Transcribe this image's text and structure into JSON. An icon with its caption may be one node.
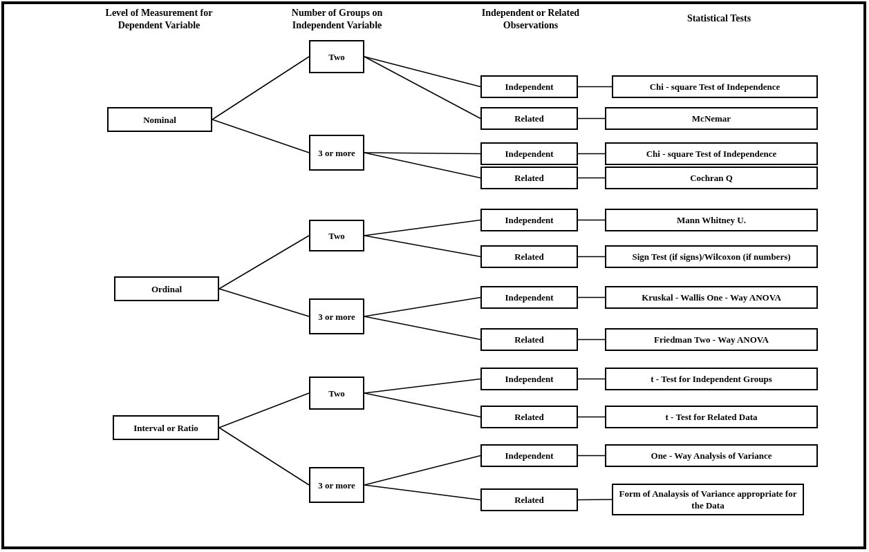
{
  "diagram": {
    "nodes": [
      {
        "text": [
          "Nominal"
        ]
      },
      {
        "text": [
          "Two"
        ]
      },
      {
        "text": [
          "Independent"
        ]
      },
      {
        "text": [
          "Chi - square Test of Independence"
        ]
      },
      {
        "text": [
          "Related"
        ]
      },
      {
        "text": [
          "McNemar"
        ]
      },
      {
        "text": [
          "3 or more"
        ]
      },
      {
        "text": [
          "Independent"
        ]
      },
      {
        "text": [
          "Chi - square Test of Independence"
        ]
      },
      {
        "text": [
          "Related"
        ]
      },
      {
        "text": [
          "Cochran Q"
        ]
      },
      {
        "text": [
          "Ordinal"
        ]
      },
      {
        "text": [
          "Two"
        ]
      },
      {
        "text": [
          "Independent"
        ]
      },
      {
        "text": [
          "Mann Whitney U."
        ]
      },
      {
        "text": [
          "Related"
        ]
      },
      {
        "text": [
          "Sign Test (if signs)/Wilcoxon (if numbers)"
        ]
      },
      {
        "text": [
          "3 or more"
        ]
      },
      {
        "text": [
          "Independent"
        ]
      },
      {
        "text": [
          "Kruskal - Wallis One - Way ANOVA"
        ]
      },
      {
        "text": [
          "Related"
        ]
      },
      {
        "text": [
          "Friedman Two - Way ANOVA"
        ]
      },
      {
        "text": [
          "Interval or Ratio"
        ]
      },
      {
        "text": [
          "Two"
        ]
      },
      {
        "text": [
          "Independent"
        ]
      },
      {
        "text": [
          "t - Test for Independent Groups"
        ]
      },
      {
        "text": [
          "Related"
        ]
      },
      {
        "text": [
          "t - Test for Related Data"
        ]
      },
      {
        "text": [
          "3 or more"
        ]
      },
      {
        "text": [
          "Independent"
        ]
      },
      {
        "text": [
          "One - Way Analysis of Variance"
        ]
      },
      {
        "text": [
          "Related"
        ]
      },
      {
        "text": [
          "Form of Analaysis of Variance appropriate for the Data"
        ]
      }
    ],
    "edges": [
      {
        "from": 0,
        "to": 1,
        "arrow": "none"
      },
      {
        "from": 1,
        "to": 2,
        "arrow": "none"
      },
      {
        "from": 2,
        "to": 3,
        "arrow": "none"
      },
      {
        "from": 1,
        "to": 4,
        "arrow": "none"
      },
      {
        "from": 4,
        "to": 5,
        "arrow": "none"
      },
      {
        "from": 0,
        "to": 6,
        "arrow": "none"
      },
      {
        "from": 6,
        "to": 7,
        "arrow": "none"
      },
      {
        "from": 7,
        "to": 8,
        "arrow": "none"
      },
      {
        "from": 6,
        "to": 9,
        "arrow": "none"
      },
      {
        "from": 9,
        "to": 10,
        "arrow": "none"
      },
      {
        "from": 11,
        "to": 12,
        "arrow": "none"
      },
      {
        "from": 12,
        "to": 13,
        "arrow": "none"
      },
      {
        "from": 13,
        "to": 14,
        "arrow": "none"
      },
      {
        "from": 12,
        "to": 15,
        "arrow": "none"
      },
      {
        "from": 15,
        "to": 16,
        "arrow": "none"
      },
      {
        "from": 11,
        "to": 17,
        "arrow": "none"
      },
      {
        "from": 17,
        "to": 18,
        "arrow": "none"
      },
      {
        "from": 18,
        "to": 19,
        "arrow": "none"
      },
      {
        "from": 17,
        "to": 20,
        "arrow": "none"
      },
      {
        "from": 20,
        "to": 21,
        "arrow": "none"
      },
      {
        "from": 22,
        "to": 23,
        "arrow": "none"
      },
      {
        "from": 23,
        "to": 24,
        "arrow": "none"
      },
      {
        "from": 24,
        "to": 25,
        "arrow": "none"
      },
      {
        "from": 23,
        "to": 26,
        "arrow": "none"
      },
      {
        "from": 26,
        "to": 27,
        "arrow": "none"
      },
      {
        "from": 22,
        "to": 28,
        "arrow": "none"
      },
      {
        "from": 28,
        "to": 29,
        "arrow": "none"
      },
      {
        "from": 29,
        "to": 30,
        "arrow": "none"
      },
      {
        "from": 28,
        "to": 31,
        "arrow": "none"
      },
      {
        "from": 31,
        "to": 32,
        "arrow": "none"
      }
    ],
    "labels": [
      "Level of Measurement for Dependent Variable",
      "Number of Groups on Independent Variable",
      "Independent or Related Observations",
      "Statistical Tests"
    ]
  }
}
